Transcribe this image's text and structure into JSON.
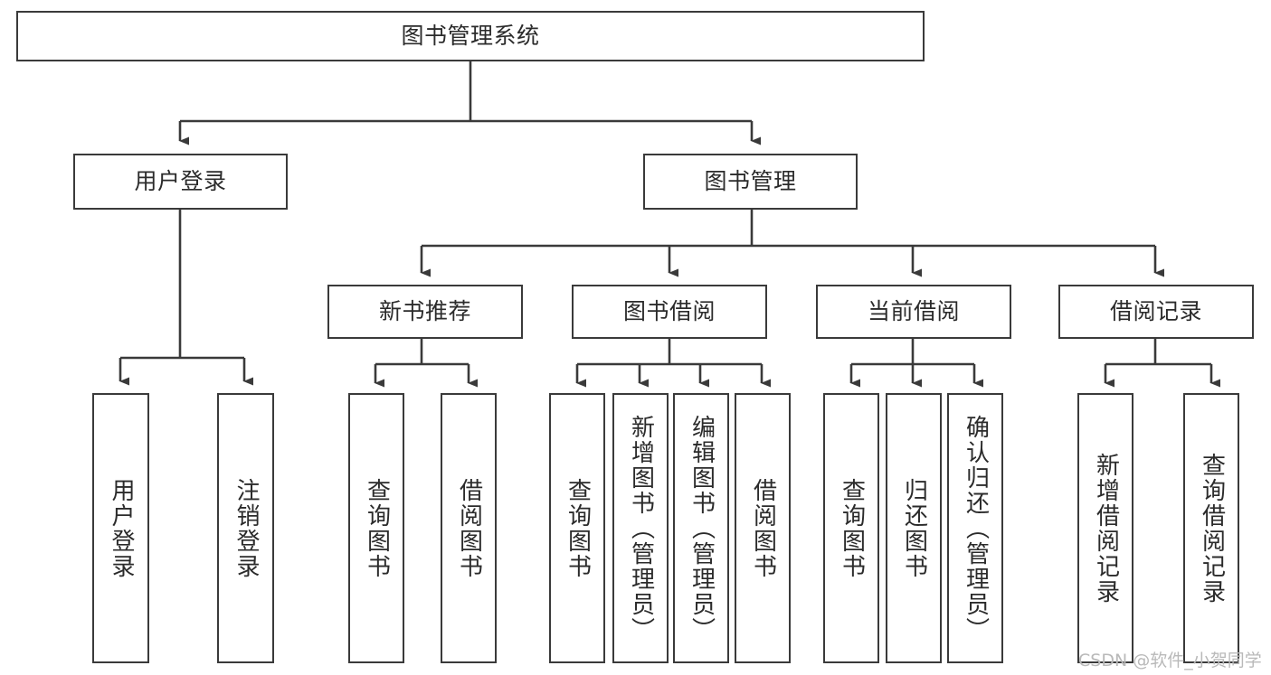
{
  "diagram": {
    "title": "图书管理系统",
    "type": "tree-hierarchy-diagram",
    "style": {
      "box_border_color": "#3a3a3a",
      "box_fill_color": "#ffffff",
      "connector_color": "#3a3a3a",
      "text_color": "#2b2b2b",
      "background_color": "#ffffff",
      "watermark_color": "#b9b9b9"
    },
    "levels": {
      "level1_label": "图书管理系统",
      "level2": [
        {
          "id": "user-login",
          "label": "用户登录"
        },
        {
          "id": "book-manage",
          "label": "图书管理"
        }
      ],
      "level3": [
        {
          "id": "new-book-recommend",
          "label": "新书推荐",
          "parent": "book-manage"
        },
        {
          "id": "book-borrow",
          "label": "图书借阅",
          "parent": "book-manage"
        },
        {
          "id": "current-borrow",
          "label": "当前借阅",
          "parent": "book-manage"
        },
        {
          "id": "borrow-record",
          "label": "借阅记录",
          "parent": "book-manage"
        }
      ],
      "leaves": [
        {
          "id": "leaf-user-login",
          "label": "用户登录",
          "parent": "user-login"
        },
        {
          "id": "leaf-logout-login",
          "label": "注销登录",
          "parent": "user-login"
        },
        {
          "id": "leaf-query-book-1",
          "label": "查询图书",
          "parent": "new-book-recommend"
        },
        {
          "id": "leaf-borrow-book-1",
          "label": "借阅图书",
          "parent": "new-book-recommend"
        },
        {
          "id": "leaf-query-book-2",
          "label": "查询图书",
          "parent": "book-borrow"
        },
        {
          "id": "leaf-add-book",
          "label": "新增图书（管理员）",
          "parent": "book-borrow"
        },
        {
          "id": "leaf-edit-book",
          "label": "编辑图书（管理员）",
          "parent": "book-borrow"
        },
        {
          "id": "leaf-borrow-book-2",
          "label": "借阅图书",
          "parent": "book-borrow"
        },
        {
          "id": "leaf-query-book-3",
          "label": "查询图书",
          "parent": "current-borrow"
        },
        {
          "id": "leaf-return-book",
          "label": "归还图书",
          "parent": "current-borrow"
        },
        {
          "id": "leaf-confirm-return",
          "label": "确认归还（管理员）",
          "parent": "current-borrow"
        },
        {
          "id": "leaf-add-record",
          "label": "新增借阅记录",
          "parent": "borrow-record"
        },
        {
          "id": "leaf-query-record",
          "label": "查询借阅记录",
          "parent": "borrow-record"
        }
      ]
    },
    "watermark": "CSDN @软件_小贺同学"
  }
}
